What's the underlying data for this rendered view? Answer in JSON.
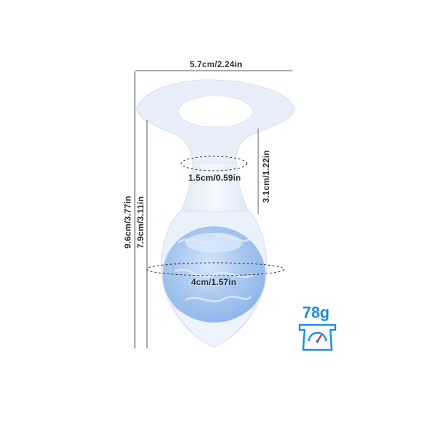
{
  "dimensions": {
    "top_width": "5.7cm/2.24in",
    "neck_circumference": "1.5cm/0.59in",
    "neck_length": "3.1cm/1.22in",
    "total_length": "9.6cm/3.77in",
    "insertable_length": "7.9cm/3.11in",
    "bulb_diameter": "4cm/1.57in"
  },
  "weight": {
    "value": "78g",
    "icon": "scale-icon"
  },
  "colors": {
    "product": "#e6eef8",
    "bulb": "#a9c8ef",
    "accent": "#1b8de0",
    "line": "#555555"
  }
}
